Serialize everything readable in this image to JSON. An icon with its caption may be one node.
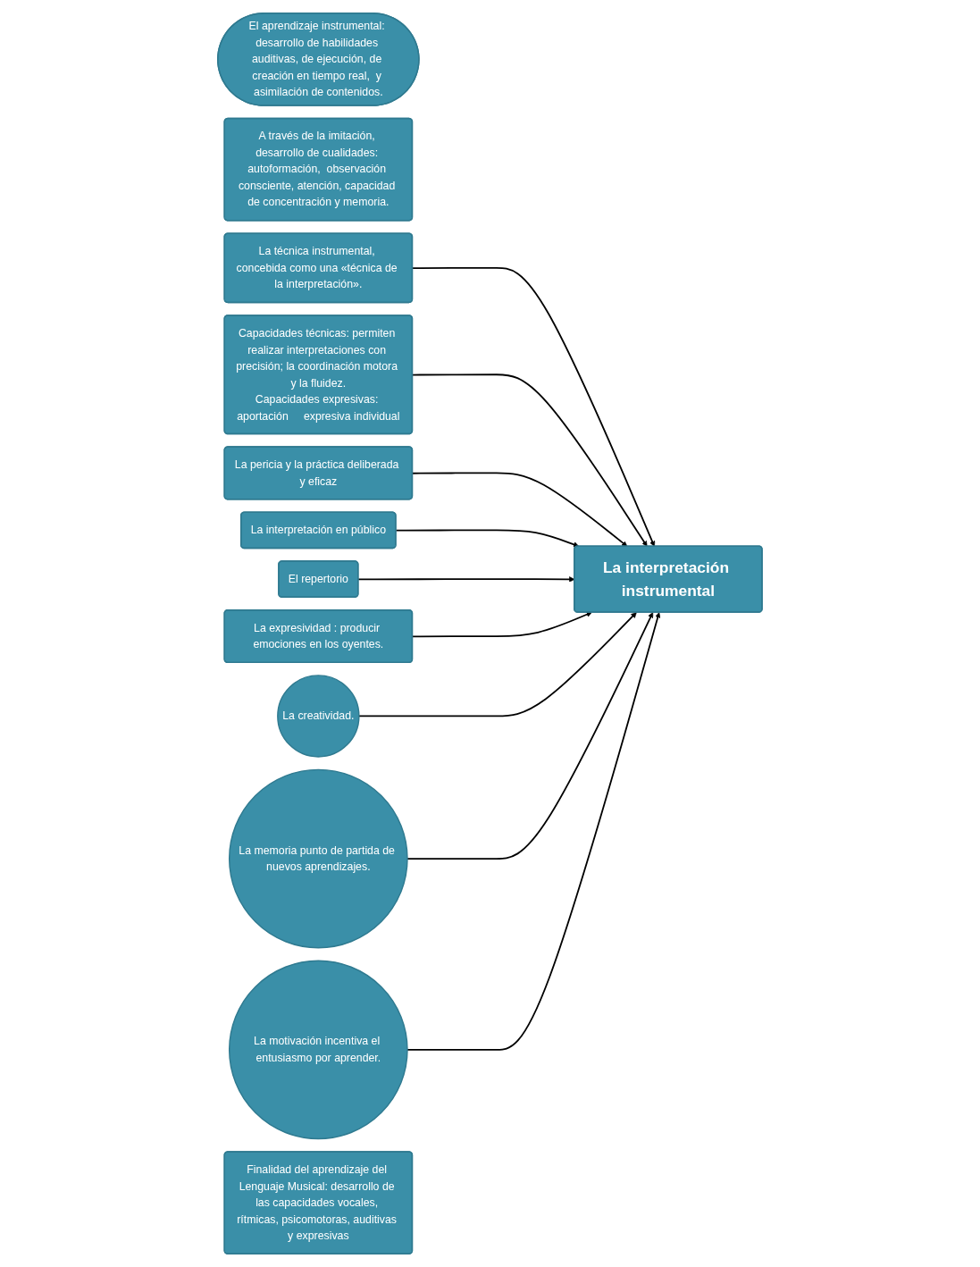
{
  "diagram": {
    "nodes": [
      {
        "text": [
          "El aprendizaje instrumental: desarrollo de habilidades auditivas, de ejecución, de creación en tiempo real,  y asimilación de contenidos."
        ]
      },
      {
        "text": [
          "A través de la imitación, desarrollo de cualidades: autoformación,  observación consciente, atención, capacidad de concentración y memoria."
        ]
      },
      {
        "text": [
          "La técnica instrumental, concebida como una «técnica de la interpretación»."
        ]
      },
      {
        "text": [
          "Capacidades técnicas: permiten realizar interpretaciones con precisión; la coordinación motora y la fluidez.",
          "Capacidades expresivas: aportación     expresiva individual"
        ]
      },
      {
        "text": [
          "La pericia y la práctica deliberada y eficaz"
        ]
      },
      {
        "text": [
          "La interpretación instrumental"
        ]
      },
      {
        "text": [
          "La interpretación en público"
        ]
      },
      {
        "text": [
          "El repertorio"
        ]
      },
      {
        "text": [
          "La expresividad : producir emociones en los oyentes."
        ]
      },
      {
        "text": [
          "La creatividad."
        ]
      },
      {
        "text": [
          "La memoria punto de partida de nuevos aprendizajes."
        ]
      },
      {
        "text": [
          "La motivación incentiva el entusiasmo por aprender."
        ]
      },
      {
        "text": [
          "Finalidad del aprendizaje del Lenguaje Musical: desarrollo de las capacidades vocales, rítmicas, psicomotoras, auditivas y expresivas"
        ]
      }
    ],
    "edges": [
      {
        "from": 2,
        "to": 5,
        "arrow": "to"
      },
      {
        "from": 3,
        "to": 5,
        "arrow": "to"
      },
      {
        "from": 4,
        "to": 5,
        "arrow": "to"
      },
      {
        "from": 6,
        "to": 5,
        "arrow": "to"
      },
      {
        "from": 7,
        "to": 5,
        "arrow": "to"
      },
      {
        "from": 8,
        "to": 5,
        "arrow": "to"
      },
      {
        "from": 9,
        "to": 5,
        "arrow": "to"
      },
      {
        "from": 10,
        "to": 5,
        "arrow": "to"
      },
      {
        "from": 11,
        "to": 5,
        "arrow": "to"
      }
    ]
  }
}
